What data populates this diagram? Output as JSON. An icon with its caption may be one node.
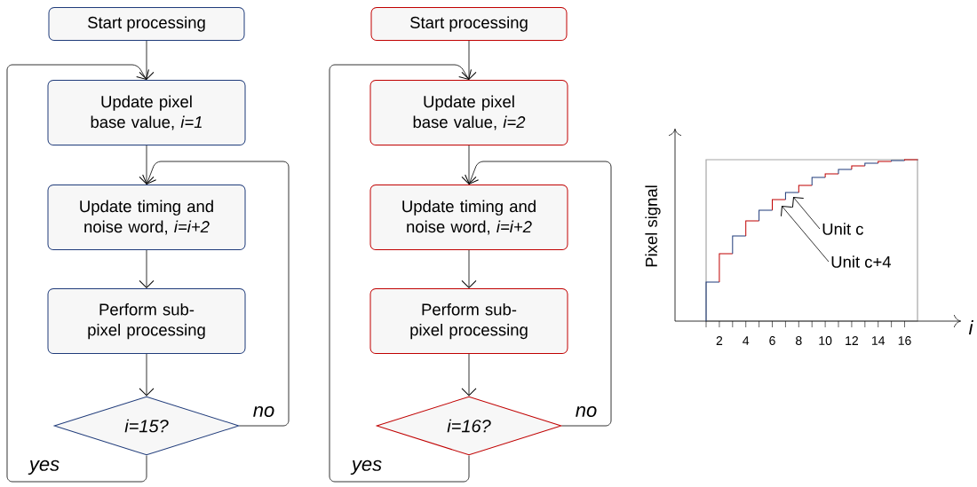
{
  "diagram": {
    "nodes": [
      {
        "text": [
          "Start processing"
        ]
      },
      {
        "text": [
          "Update pixel base value, *i=1*"
        ]
      },
      {
        "text": [
          "Update timing and noise word, *i=i+2*"
        ]
      },
      {
        "text": [
          "Perform sub-pixel processing"
        ]
      },
      {
        "text": [
          "i=15?"
        ]
      },
      {
        "text": [
          "Start processing"
        ]
      },
      {
        "text": [
          "Update pixel base value, *i=2*"
        ]
      },
      {
        "text": [
          "Update timing and noise word, *i=i+2*"
        ]
      },
      {
        "text": [
          "Perform sub-pixel processing"
        ]
      },
      {
        "text": [
          "i=16?"
        ]
      },
      {
        "text": [
          "Unit c"
        ]
      },
      {
        "text": [
          "Unit c+4"
        ]
      }
    ],
    "edges": [
      {
        "from": 0,
        "to": 1,
        "arrow": "to"
      },
      {
        "from": 1,
        "to": 2,
        "arrow": "to"
      },
      {
        "from": 2,
        "to": 3,
        "arrow": "to"
      },
      {
        "from": 3,
        "to": 4,
        "arrow": "to"
      },
      {
        "from": 4,
        "to": 2,
        "arrow": "to",
        "label": "no"
      },
      {
        "from": 4,
        "to": 1,
        "arrow": "to",
        "label": "yes"
      },
      {
        "from": 5,
        "to": 6,
        "arrow": "to"
      },
      {
        "from": 6,
        "to": 7,
        "arrow": "to"
      },
      {
        "from": 7,
        "to": 8,
        "arrow": "to"
      },
      {
        "from": 8,
        "to": 9,
        "arrow": "to"
      },
      {
        "from": 9,
        "to": 7,
        "arrow": "to",
        "label": "no"
      },
      {
        "from": 9,
        "to": 6,
        "arrow": "to",
        "label": "yes"
      },
      {
        "from": 10,
        "to": null,
        "arrow": "to"
      },
      {
        "from": 11,
        "to": null,
        "arrow": "to"
      }
    ],
    "labels": [
      "Pixel signal",
      "i",
      "2",
      "4",
      "6",
      "8",
      "10",
      "12",
      "14",
      "16"
    ]
  }
}
